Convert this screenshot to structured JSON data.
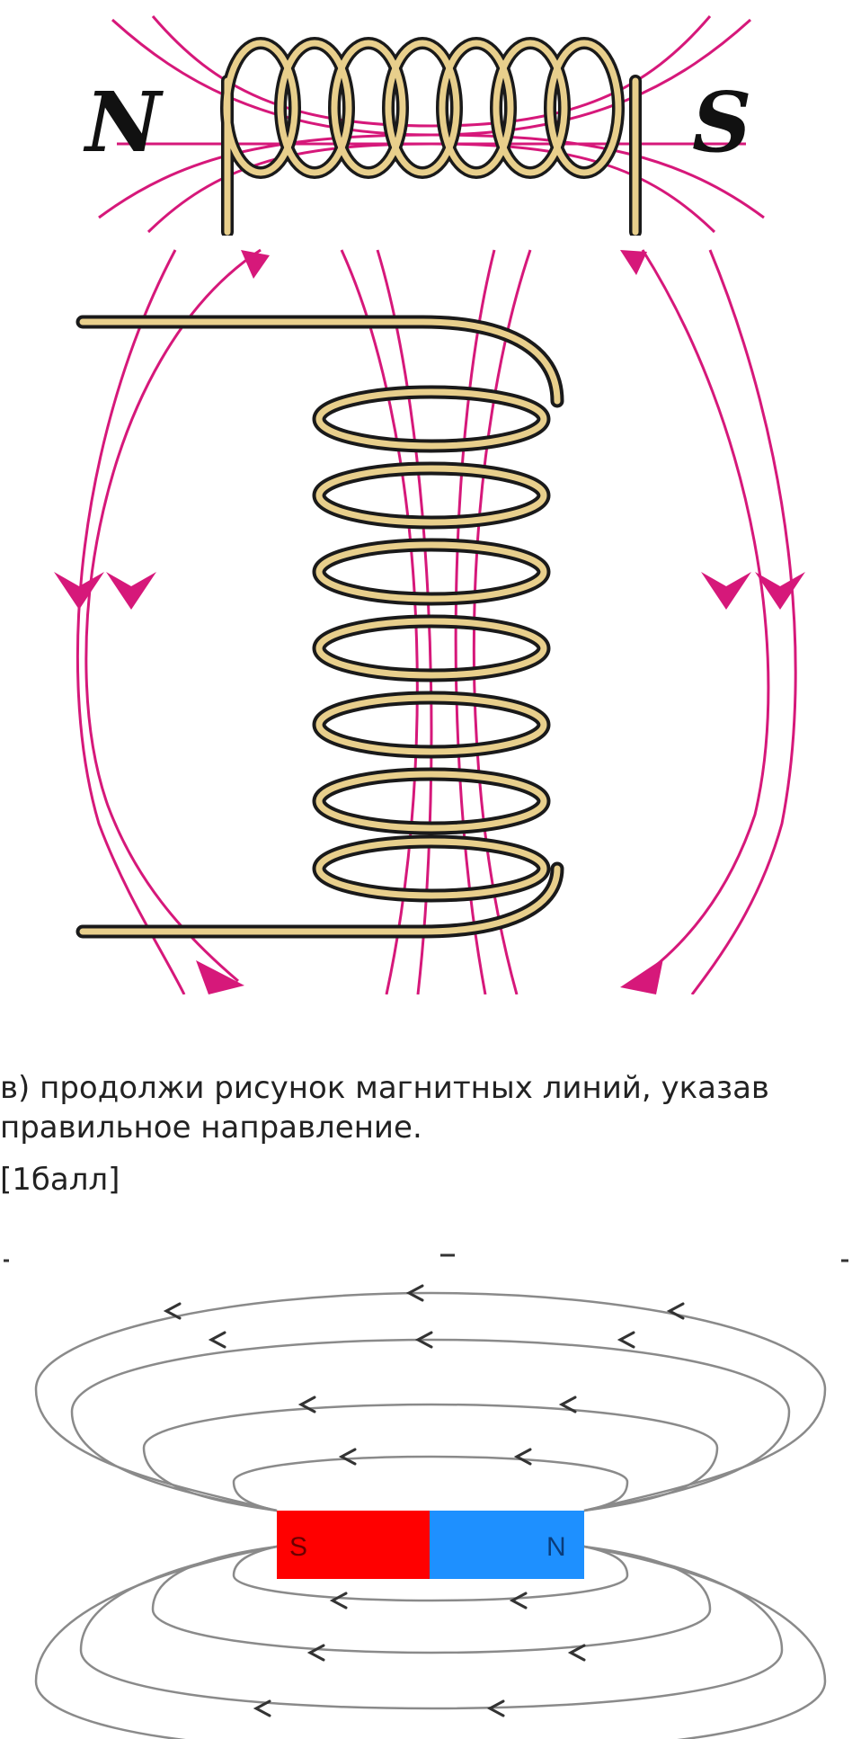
{
  "figures": {
    "solenoid_top": {
      "left_pole": "N",
      "right_pole": "S"
    },
    "bar_magnet": {
      "left_pole": "S",
      "right_pole": "N"
    }
  },
  "question": {
    "text": "в) продолжи рисунок магнитных линий, указав правильное направление.",
    "score": "[1балл]"
  },
  "colors": {
    "field_line": "#d6187a",
    "coil_light": "#e8cf8c",
    "coil_dark": "#1a1a1a",
    "magnet_south": "#ff0000",
    "magnet_north": "#1e90ff",
    "magnet_lines": "#8a8a8a"
  }
}
